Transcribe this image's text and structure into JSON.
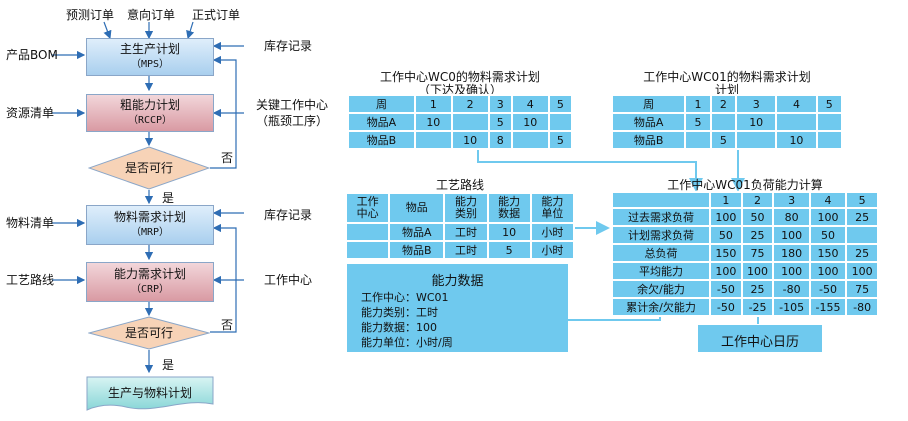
{
  "flow": {
    "top_labels": [
      "预测订单",
      "意向订单",
      "正式订单"
    ],
    "left_labels": [
      "产品BOM",
      "资源清单",
      "物料清单",
      "工艺路线"
    ],
    "right_labels": [
      "库存记录",
      "关键工作中心",
      "（瓶颈工序）",
      "库存记录",
      "工作中心"
    ],
    "mps": {
      "title": "主生产计划",
      "sub": "（MPS）"
    },
    "rccp": {
      "title": "粗能力计划",
      "sub": "（RCCP）"
    },
    "decision1": "是否可行",
    "yes1": "是",
    "no1": "否",
    "mrp": {
      "title": "物料需求计划",
      "sub": "（MRP）"
    },
    "crp": {
      "title": "能力需求计划",
      "sub": "（CRP）"
    },
    "decision2": "是否可行",
    "yes2": "是",
    "no2": "否",
    "final": "生产与物料计划"
  },
  "mrp_wc0": {
    "title1": "工作中心WC0的物料需求计划",
    "title2": "（下达及确认）",
    "header": [
      "周",
      "1",
      "2",
      "3",
      "4",
      "5"
    ],
    "rows": [
      [
        "物品A",
        "10",
        "",
        "5",
        "10",
        ""
      ],
      [
        "物品B",
        "",
        "10",
        "8",
        "",
        "5"
      ]
    ]
  },
  "mrp_wc01": {
    "title1": "工作中心WC01的物料需求计划",
    "title2": "计划",
    "header": [
      "周",
      "1",
      "2",
      "3",
      "4",
      "5"
    ],
    "rows": [
      [
        "物品A",
        "5",
        "",
        "10",
        "",
        ""
      ],
      [
        "物品B",
        "",
        "5",
        "",
        "10",
        ""
      ]
    ]
  },
  "routing": {
    "title": "工艺路线",
    "header": [
      "工作\n中心",
      "物品",
      "能力\n类别",
      "能力\n数据",
      "能力\n单位"
    ],
    "rows": [
      [
        "",
        "物品A",
        "工时",
        "10",
        "小时"
      ],
      [
        "",
        "物品B",
        "工时",
        "5",
        "小时"
      ]
    ]
  },
  "capacity_data": {
    "title": "能力数据",
    "lines": [
      "工作中心：WC01",
      "能力类别：工时",
      "能力数据：100",
      "能力单位：小时/周"
    ]
  },
  "load": {
    "title": "工作中心WC01负荷能力计算",
    "header": [
      "",
      "1",
      "2",
      "3",
      "4",
      "5"
    ],
    "rows": [
      [
        "过去需求负荷",
        "100",
        "50",
        "80",
        "100",
        "25"
      ],
      [
        "计划需求负荷",
        "50",
        "25",
        "100",
        "50",
        ""
      ],
      [
        "总负荷",
        "150",
        "75",
        "180",
        "150",
        "25"
      ],
      [
        "平均能力",
        "100",
        "100",
        "100",
        "100",
        "100"
      ],
      [
        "余欠/能力",
        "-50",
        "25",
        "-80",
        "-50",
        "75"
      ],
      [
        "累计余/欠能力",
        "-50",
        "-25",
        "-105",
        "-155",
        "-80"
      ]
    ]
  },
  "calendar": "工作中心日历",
  "colors": {
    "cyan": "#6fc9ee",
    "blue_top": "#dfeefb",
    "blue_bottom": "#a9cfee",
    "red_top": "#f2d6da",
    "red_bottom": "#d99aa3",
    "diamond": "#f7d3b7",
    "final": "#9adfe0",
    "connector": "#6fc9ee",
    "flow_line": "#2e6db4"
  }
}
